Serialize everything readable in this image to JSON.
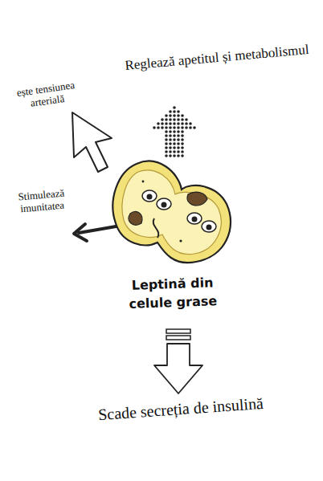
{
  "diagram": {
    "nodes": [
      {
        "text": [
          "Leptină din celule grase"
        ]
      }
    ],
    "labels": [
      "Reglează apetitul și metabolismul",
      "ește tensiunea arterială",
      "Stimulează imunitatea",
      "Scade secreția de insulină"
    ]
  }
}
